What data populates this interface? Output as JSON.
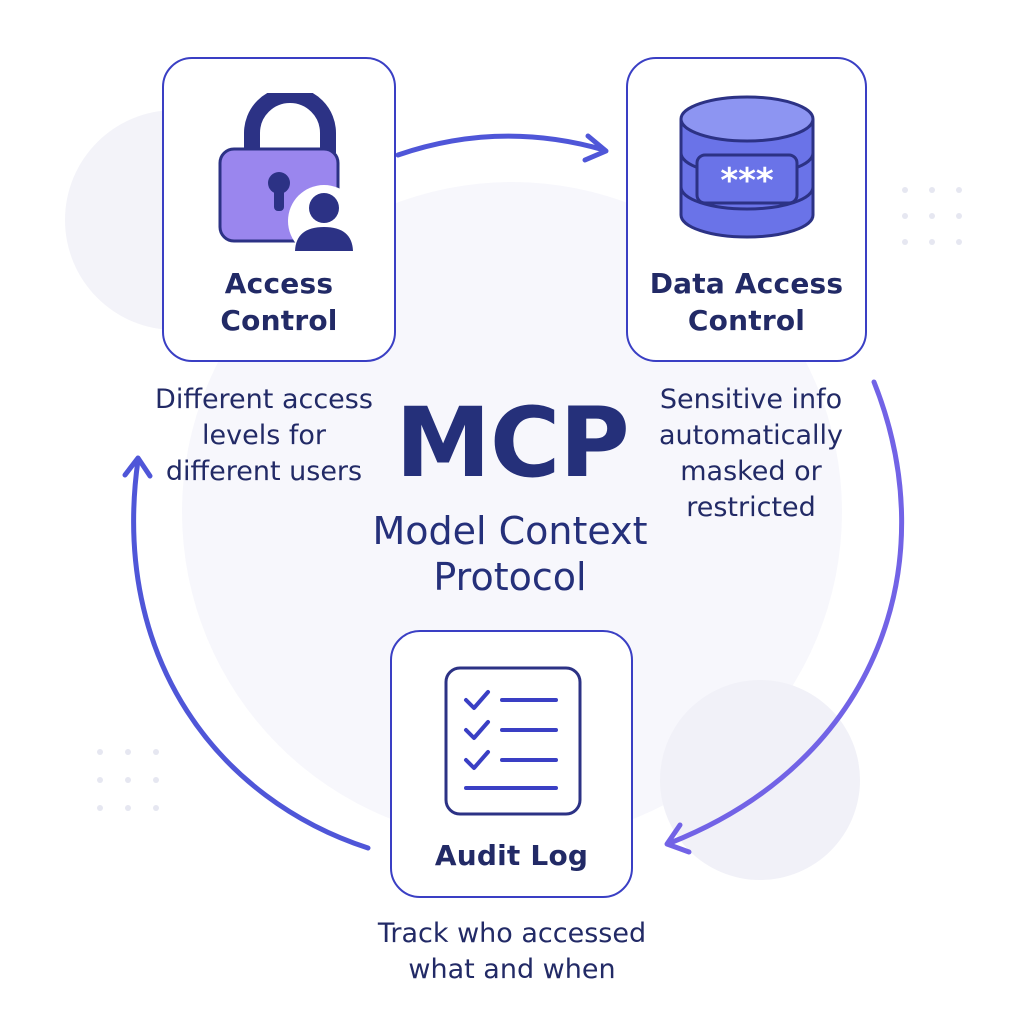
{
  "center": {
    "acronym": "MCP",
    "name_lines": [
      "Model Context",
      "Protocol"
    ]
  },
  "nodes": {
    "access_control": {
      "title_lines": [
        "Access",
        "Control"
      ],
      "icon": "padlock-user-icon",
      "description_lines": [
        "Different access",
        "levels for",
        "different users"
      ]
    },
    "data_access_control": {
      "title_lines": [
        "Data Access",
        "Control"
      ],
      "icon": "masked-database-icon",
      "mask_text": "***",
      "description_lines": [
        "Sensitive info",
        "automatically",
        "masked or",
        "restricted"
      ]
    },
    "audit_log": {
      "title_lines": [
        "Audit Log"
      ],
      "icon": "checklist-icon",
      "description_lines": [
        "Track who accessed",
        "what and when"
      ]
    }
  },
  "colors": {
    "card_border": "#3a3fc4",
    "title_text": "#25307a",
    "arrow": "#4f56d8",
    "lock_body": "#9a86ee",
    "database_body": "#6a73e8"
  }
}
